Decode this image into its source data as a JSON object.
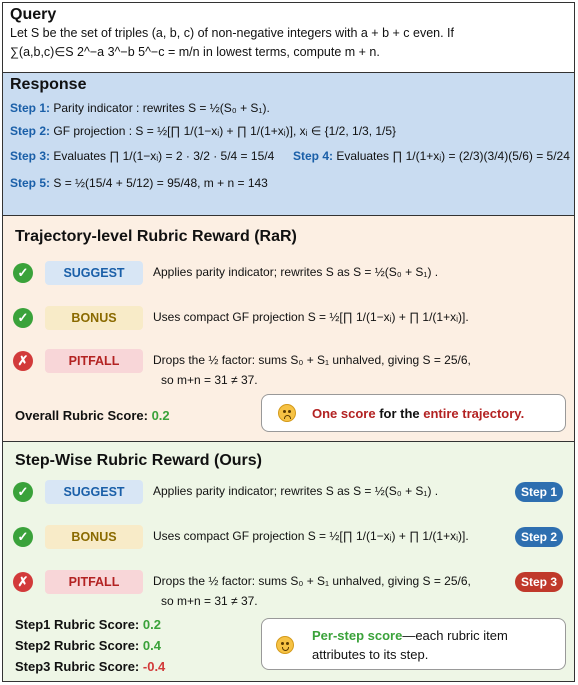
{
  "query": {
    "title": "Query",
    "line1": "Let S be the set of triples (a, b, c) of non-negative integers with a + b + c even. If",
    "line2": "∑(a,b,c)∈S 2^−a 3^−b 5^−c = m/n in lowest terms, compute m + n."
  },
  "response": {
    "title": "Response",
    "steps": [
      {
        "label": "Step 1:",
        "text": "Parity indicator : rewrites S = ½(S₀ + S₁)."
      },
      {
        "label": "Step 2:",
        "text": "GF projection : S = ½[∏ 1/(1−xᵢ) + ∏ 1/(1+xᵢ)],    xᵢ ∈ {1/2, 1/3, 1/5}"
      },
      {
        "label": "Step 3:",
        "text": "Evaluates ∏ 1/(1−xᵢ) = 2 · 3/2 · 5/4 = 15/4"
      },
      {
        "label": "Step 4:",
        "text": "Evaluates ∏ 1/(1+xᵢ) = (2/3)(3/4)(5/6) = 5/24"
      },
      {
        "label": "Step 5:",
        "text": "S = ½(15/4 + 5/12) = 95/48,    m + n = 143"
      }
    ]
  },
  "rar": {
    "title": "Trajectory-level Rubric Reward (RaR)",
    "items": [
      {
        "tag": "SUGGEST",
        "text": "Applies parity indicator; rewrites S as S = ½(S₀ + S₁) ."
      },
      {
        "tag": "BONUS",
        "text": "Uses compact GF projection S = ½[∏ 1/(1−xᵢ) + ∏ 1/(1+xᵢ)]."
      },
      {
        "tag": "PITFALL",
        "text": "Drops the ½ factor: sums S₀ + S₁ unhalved, giving S = 25/6,",
        "text2": "so m+n =  31  ≠ 37."
      }
    ],
    "score_label": "Overall Rubric Score:",
    "score_value": "0.2",
    "callout_bold1": "One score",
    "callout_mid": " for the ",
    "callout_bold2": "entire trajectory."
  },
  "ours": {
    "title": "Step-Wise Rubric Reward (Ours)",
    "items": [
      {
        "tag": "SUGGEST",
        "text": "Applies parity indicator; rewrites S as S = ½(S₀ + S₁) .",
        "step": "Step 1"
      },
      {
        "tag": "BONUS",
        "text": "Uses compact GF projection S = ½[∏ 1/(1−xᵢ) + ∏ 1/(1+xᵢ)].",
        "step": "Step 2"
      },
      {
        "tag": "PITFALL",
        "text": "Drops the ½ factor: sums S₀ + S₁ unhalved, giving S = 25/6,",
        "text2": "so m+n =  31  ≠ 37.",
        "step": "Step 3"
      }
    ],
    "scores": [
      {
        "label": "Step1 Rubric Score:",
        "value": "0.2"
      },
      {
        "label": "Step2 Rubric Score:",
        "value": "0.4"
      },
      {
        "label": "Step3 Rubric Score:",
        "value": "-0.4"
      }
    ],
    "callout_bold": "Per-step score",
    "callout_rest1": "—each rubric item",
    "callout_rest2": "attributes to its step."
  },
  "icons": {
    "check": "✓",
    "cross": "✗"
  },
  "colors": {
    "green": "#3aa23a",
    "red": "#d23a3a",
    "blue": "#1a5fa8",
    "response_bg": "#c9dcf1",
    "rar_bg": "#fcefe3",
    "ours_bg": "#eef6e6"
  }
}
